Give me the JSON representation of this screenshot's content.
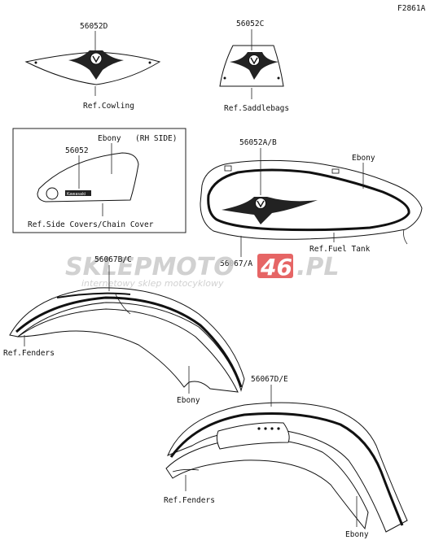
{
  "figure_code": "F2861A",
  "watermark": {
    "brand_left": "SKLEPMOTO",
    "brand_number": "46",
    "brand_right": ".PL",
    "tagline": "internetowy sklep motocyklowy"
  },
  "labels": {
    "p_56052D": "56052D",
    "ref_cowling": "Ref.Cowling",
    "p_56052C": "56052C",
    "ref_saddlebags": "Ref.Saddlebags",
    "ebony_side": "Ebony",
    "rh_side": "(RH SIDE)",
    "p_56052": "56052",
    "emblem_text": "Kawasaki",
    "ref_side_covers": "Ref.Side Covers/Chain Cover",
    "p_56052AB": "56052A/B",
    "ebony_tank": "Ebony",
    "ref_fuel_tank": "Ref.Fuel Tank",
    "p_56067A": "56067/A",
    "p_56067BC": "56067B/C",
    "ref_fenders_front": "Ref.Fenders",
    "ebony_front": "Ebony",
    "p_56067DE": "56067D/E",
    "ref_fenders_rear": "Ref.Fenders",
    "ebony_rear": "Ebony"
  },
  "colors": {
    "watermark_gray": "#c9c9c9",
    "watermark_red": "#e24b4b"
  }
}
